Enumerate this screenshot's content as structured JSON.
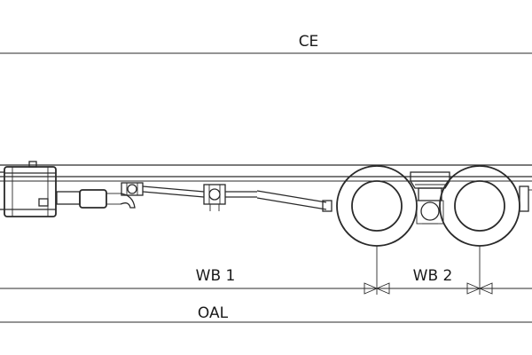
{
  "dimensions": {
    "ce_label": "CE",
    "wb1_label": "WB 1",
    "wb2_label": "WB 2",
    "oal_label": "OAL"
  }
}
